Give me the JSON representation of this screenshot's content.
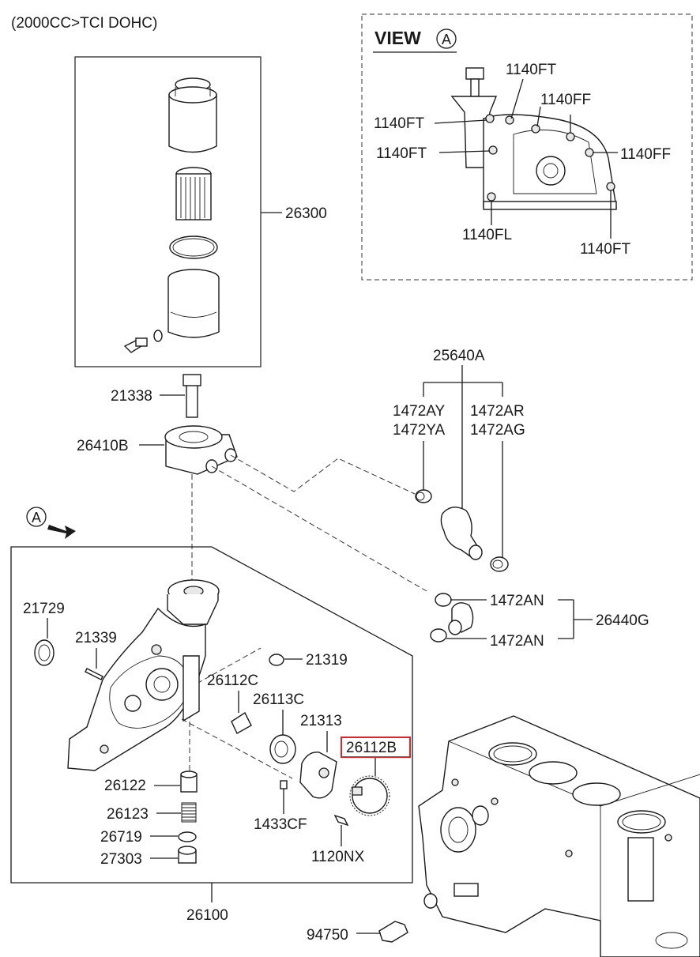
{
  "engine_spec": "(2000CC>TCI DOHC)",
  "view": {
    "title": "VIEW",
    "letter": "A"
  },
  "arrow_marker": "A",
  "highlight_color": "#d62828",
  "labels": {
    "p26300": "26300",
    "p21338": "21338",
    "p26410B": "26410B",
    "p25640A": "25640A",
    "p1472AY": "1472AY",
    "p1472YA": "1472YA",
    "p1472AR": "1472AR",
    "p1472AG": "1472AG",
    "p1472AN_top": "1472AN",
    "p1472AN_bot": "1472AN",
    "p26440G": "26440G",
    "p21729": "21729",
    "p21339": "21339",
    "p21319": "21319",
    "p26112C": "26112C",
    "p26113C": "26113C",
    "p21313": "21313",
    "p26112B": "26112B",
    "p26122": "26122",
    "p26123": "26123",
    "p26719": "26719",
    "p27303": "27303",
    "p1433CF": "1433CF",
    "p1120NX": "1120NX",
    "p26100": "26100",
    "p94750": "94750",
    "v1140FT_a": "1140FT",
    "v1140FF_a": "1140FF",
    "v1140FT_b": "1140FT",
    "v1140FT_c": "1140FT",
    "v1140FF_b": "1140FF",
    "v1140FL": "1140FL",
    "v1140FT_d": "1140FT"
  }
}
